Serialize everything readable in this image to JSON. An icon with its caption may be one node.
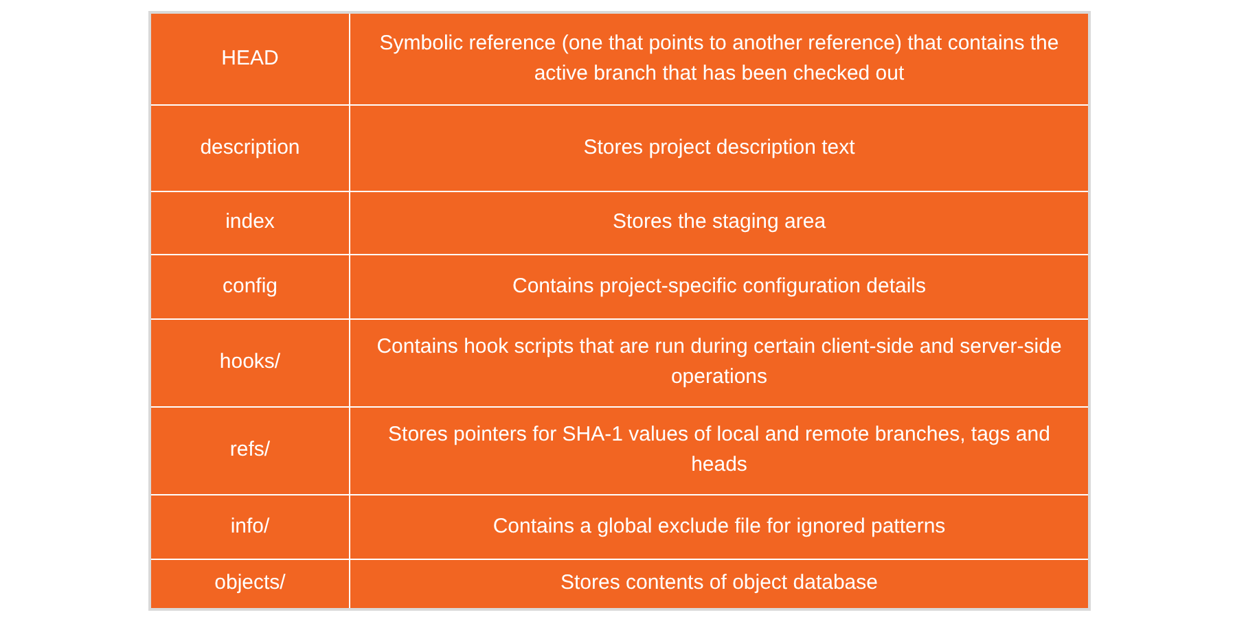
{
  "diagram": {
    "labels": [
      "HEAD",
      "Symbolic reference (one that points to another reference) that contains the active branch that has been checked out",
      "description",
      "Stores project description text",
      "index",
      "Stores the staging area",
      "config",
      "Contains project-specific configuration details",
      "hooks/",
      "Contains hook scripts that are run during certain client-side and server-side operations",
      "refs/",
      "Stores pointers for SHA-1 values of local and remote branches, tags and heads",
      "info/",
      "Contains a global exclude file for ignored patterns",
      "objects/",
      "Stores contents of object database"
    ]
  }
}
